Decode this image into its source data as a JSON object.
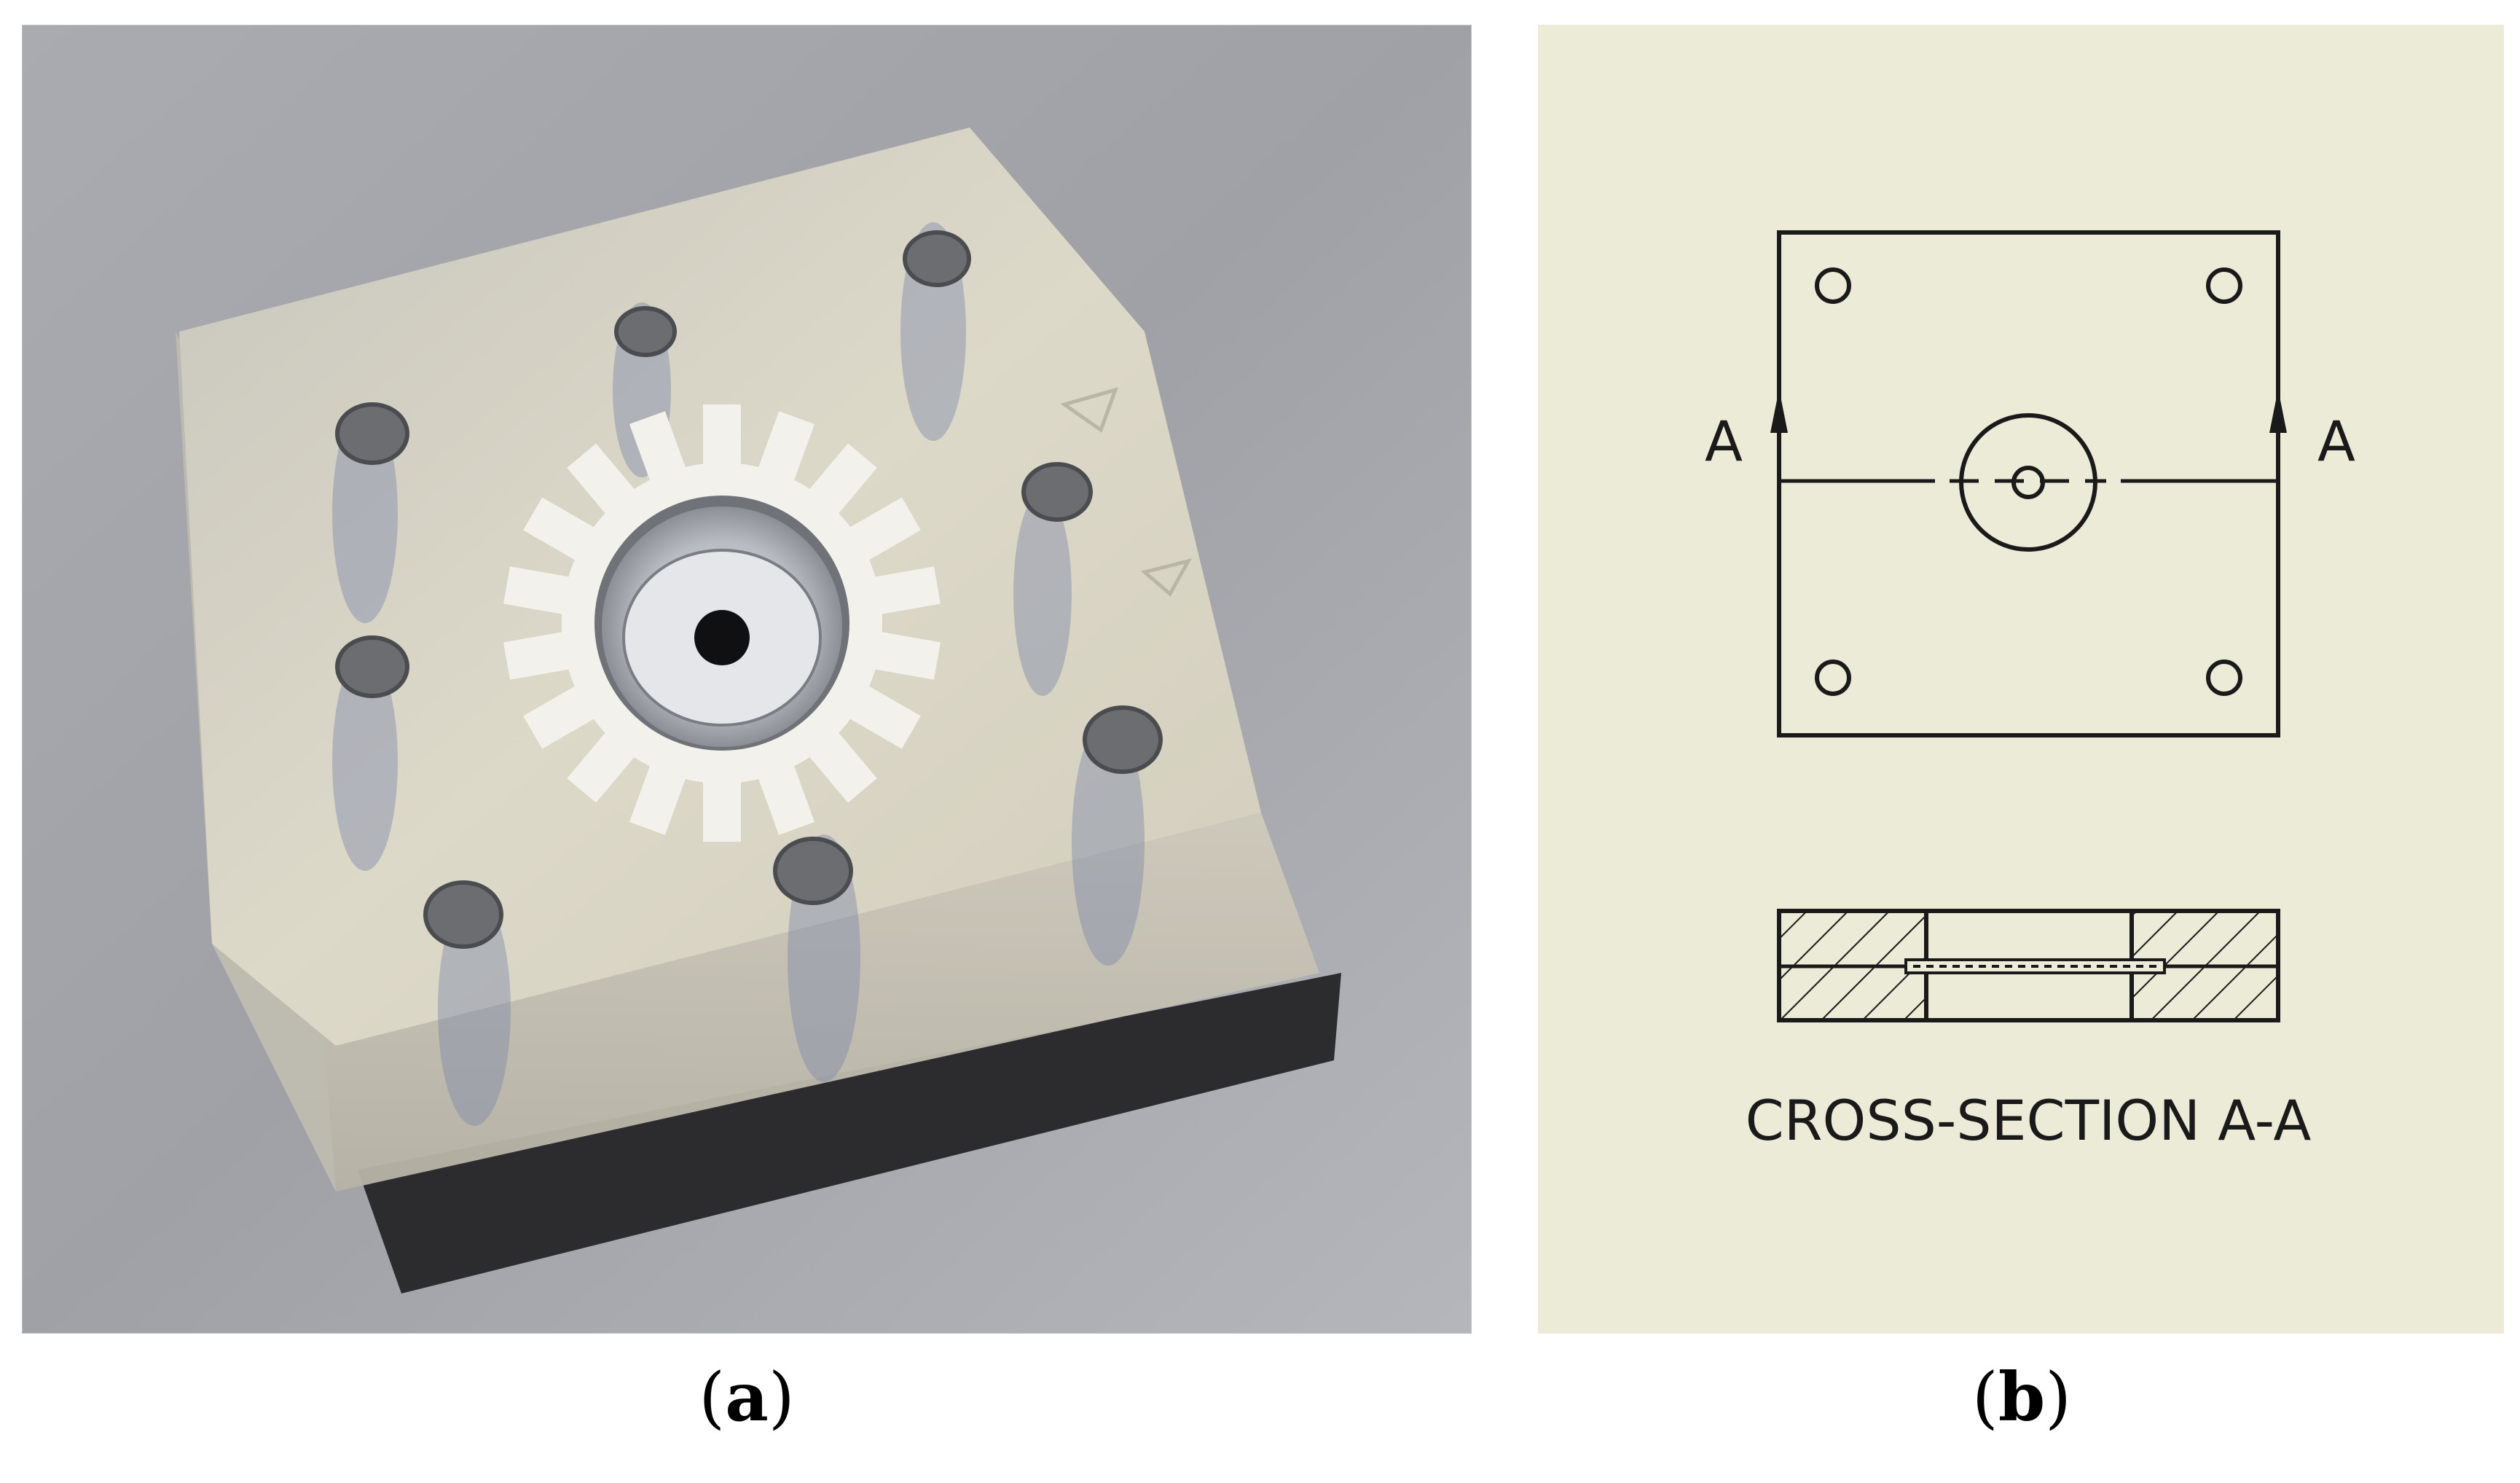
{
  "panels": {
    "a": {
      "label": "a",
      "paren_open": "(",
      "paren_close": ")"
    },
    "b": {
      "label": "b",
      "paren_open": "(",
      "paren_close": ")",
      "section_mark_left": "A",
      "section_mark_right": "A",
      "cross_section_title": "CROSS-SECTION A-A"
    }
  },
  "colors": {
    "drawing_background": "#ecebd8",
    "drawing_ink": "#1a1a1a",
    "photo_background": "#a7a9ae",
    "block_resin": "#d9d5c6",
    "block_base": "#2c2c2e",
    "gear_ring": "#f3f1ec"
  },
  "icons": {
    "arrow": "section-arrow-up-icon"
  }
}
